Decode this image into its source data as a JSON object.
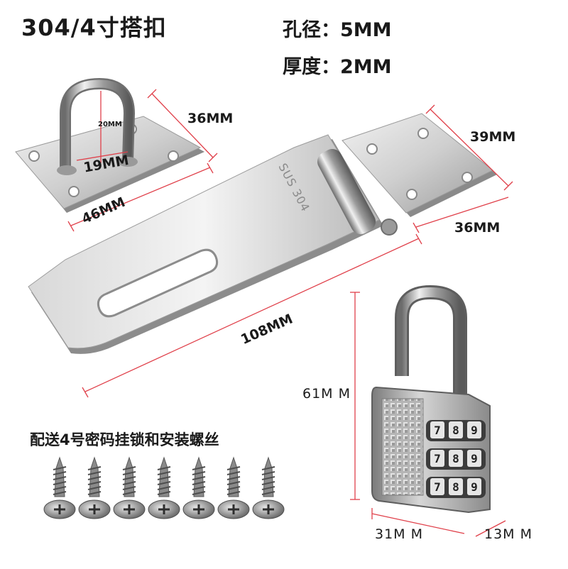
{
  "header": {
    "title": "304/4寸搭扣",
    "spec_hole": "孔径：5MM",
    "spec_thickness": "厚度：2MM"
  },
  "dimensions": {
    "eye_plate_height": "36MM",
    "eye_plate_width": "46MM",
    "eye_loop_width": "19MM",
    "eye_loop_height": "20MM",
    "hinge_plate_height": "39MM",
    "hinge_plate_width": "36MM",
    "hasp_length": "108MM",
    "lock_height": "61M M",
    "lock_width": "31M M",
    "lock_depth": "13M M"
  },
  "hasp": {
    "engraving": "SUS 304"
  },
  "accessory_note": "配送4号密码挂锁和安装螺丝",
  "padlock": {
    "wheels": [
      [
        "7",
        "8",
        "9"
      ],
      [
        "7",
        "8",
        "9"
      ],
      [
        "7",
        "8",
        "9"
      ]
    ]
  },
  "screws": {
    "count": 7
  },
  "colors": {
    "dimension_line": "#e0404a",
    "steel_light": "#e6e6e6",
    "steel_dark": "#8e8e8e"
  }
}
